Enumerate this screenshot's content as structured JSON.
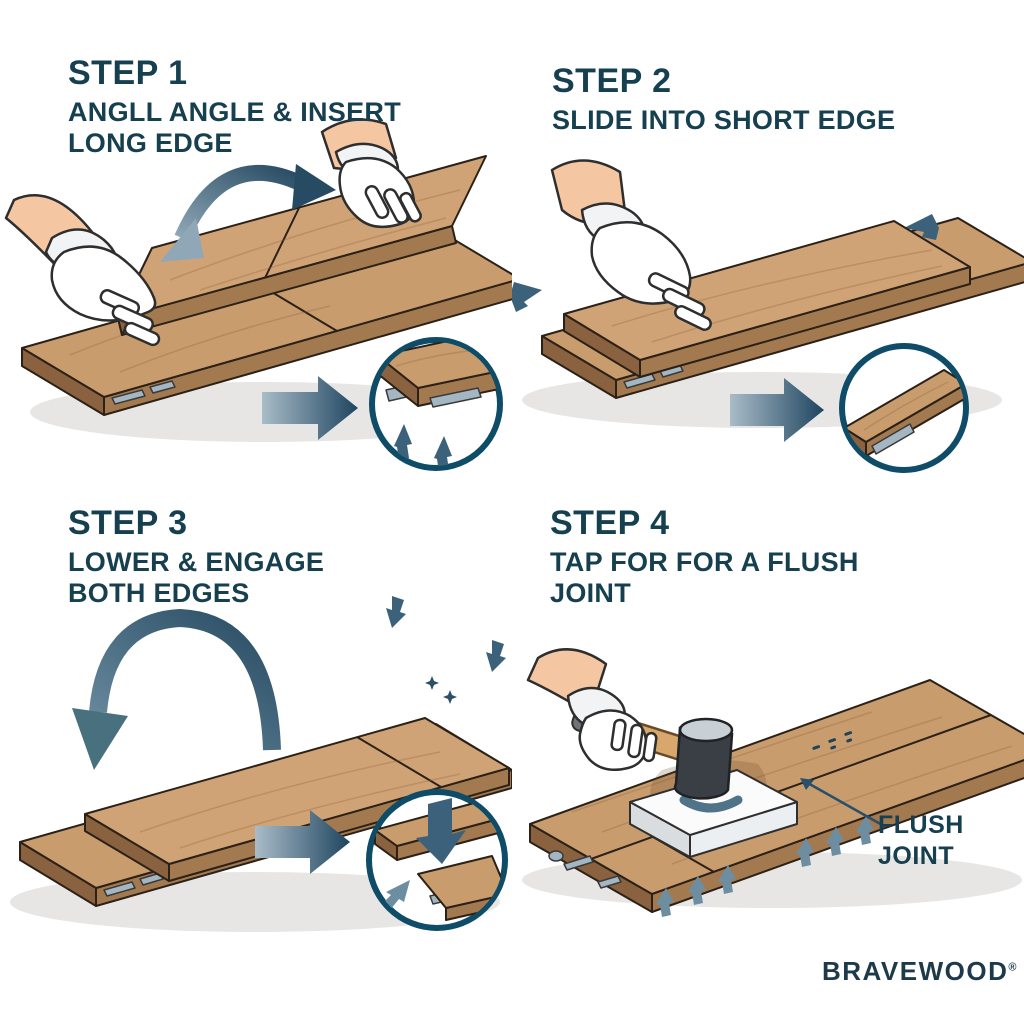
{
  "page": {
    "background": "#ffffff",
    "type": "flooring-installation-instructions"
  },
  "steps": [
    {
      "id": "step-1",
      "title": "STEP 1",
      "subtitle": "ANGLL ANGLE & INSERT\nLONG EDGE"
    },
    {
      "id": "step-2",
      "title": "STEP 2",
      "subtitle": "SLIDE INTO SHORT EDGE"
    },
    {
      "id": "step-3",
      "title": "STEP 3",
      "subtitle": "LOWER & ENGAGE\nBOTH EDGES"
    },
    {
      "id": "step-4",
      "title": "STEP 4",
      "subtitle": "TAP FOR FOR A FLUSH\nJOINT"
    }
  ],
  "labels": {
    "flush_joint": "FLUSH\nJOINT"
  },
  "brand": {
    "name": "BRAVEWOOD",
    "mark": "®"
  },
  "icons": {
    "rotate_arrow": "curved-rotation-arrow",
    "next_arrow": "right-direction-arrow",
    "small_arrow": "small-direction-arrow",
    "detail_inset": "circular-detail-inset",
    "mallet": "rubber-mallet",
    "tapping_block": "white-tapping-block",
    "gloved_hand": "gloved-hand"
  },
  "colors": {
    "heading": "#16404f",
    "wood_top": "#c99c6e",
    "wood_side": "#a37a50",
    "wood_end": "#8a6240",
    "outline": "#2b2117",
    "arrow_dark": "#1f4560",
    "arrow_light": "#a9bcc8",
    "small_arrow": "#3c617a",
    "inset_border": "#0e4c68",
    "glove": "#ffffff",
    "skin": "#f4c6a1",
    "hardware": "#a4b6c1",
    "mallet_head": "#3a3f46",
    "mallet_handle": "#d7a76b"
  }
}
